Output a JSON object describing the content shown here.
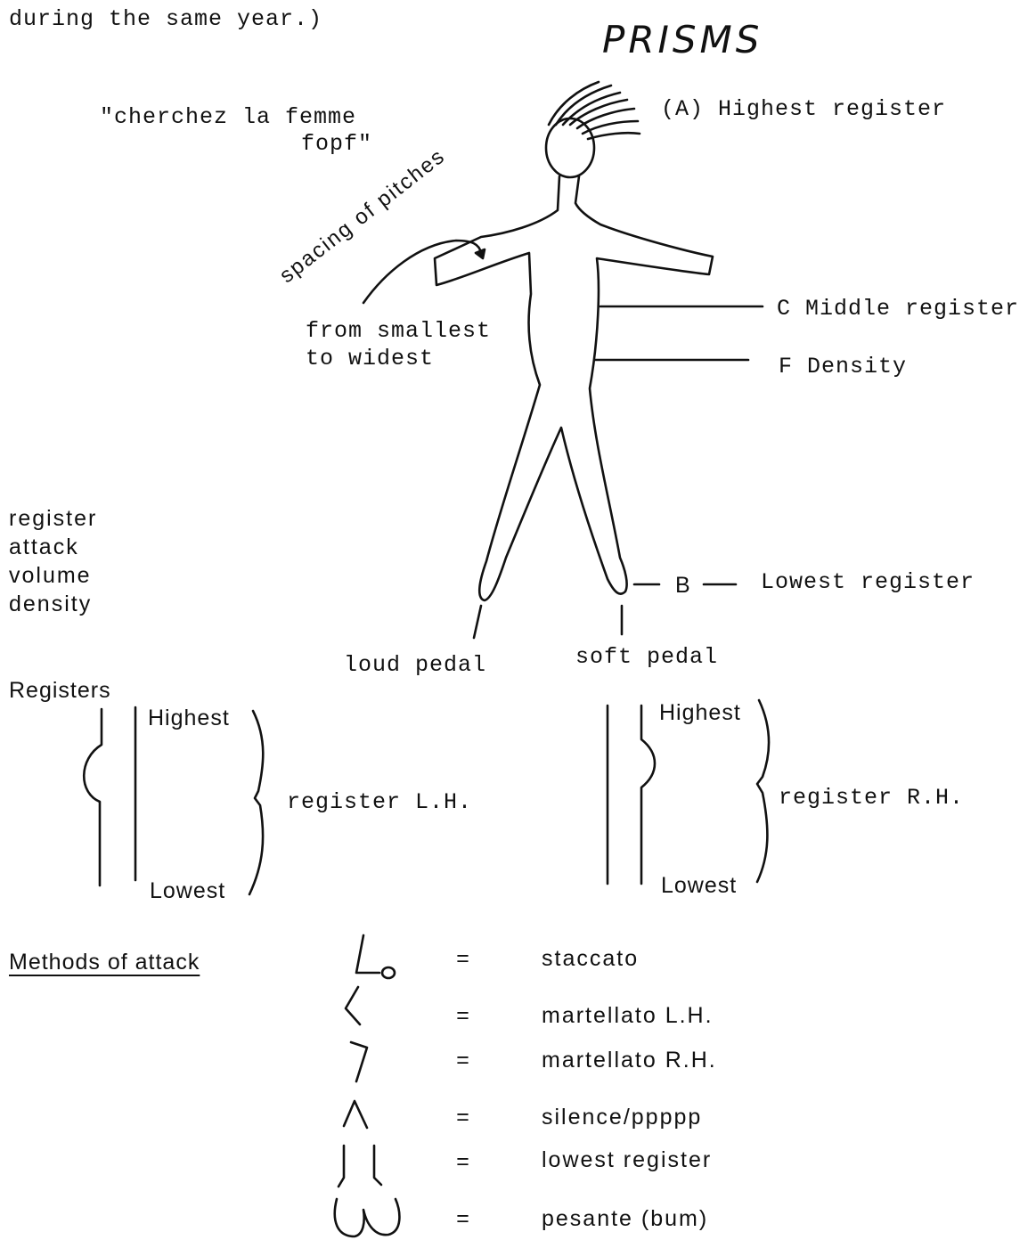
{
  "header": {
    "intro_fragment": "during the same year.)",
    "title": "PRISMS"
  },
  "figure": {
    "quote_line1": "\"cherchez la femme",
    "quote_line2": "fopf\"",
    "spacing_label": "spacing of pitches",
    "spacing_range_line1": "from smallest",
    "spacing_range_line2": "to widest",
    "label_A": "(A) Highest register",
    "label_C": "C Middle register",
    "label_F": "F Density",
    "label_B_letter": "B",
    "label_B": "Lowest register",
    "loud_pedal": "loud pedal",
    "soft_pedal": "soft pedal"
  },
  "parameters": {
    "items": [
      "register",
      "attack",
      "volume",
      "density"
    ]
  },
  "registers": {
    "heading": "Registers",
    "left": {
      "highest": "Highest",
      "lowest": "Lowest",
      "label": "register L.H."
    },
    "right": {
      "highest": "Highest",
      "lowest": "Lowest",
      "label": "register R.H."
    }
  },
  "attack": {
    "heading": "Methods of attack",
    "equals": "=",
    "items": [
      {
        "symbol_icon": "staccato-symbol-icon",
        "meaning": "staccato"
      },
      {
        "symbol_icon": "martellato-lh-symbol-icon",
        "meaning": "martellato L.H."
      },
      {
        "symbol_icon": "martellato-rh-symbol-icon",
        "meaning": "martellato R.H."
      },
      {
        "symbol_icon": "silence-symbol-icon",
        "meaning": "silence/ppppp"
      },
      {
        "symbol_icon": "lowest-register-symbol-icon",
        "meaning": "lowest register"
      },
      {
        "symbol_icon": "pesante-symbol-icon",
        "meaning": "pesante (bum)"
      }
    ]
  }
}
